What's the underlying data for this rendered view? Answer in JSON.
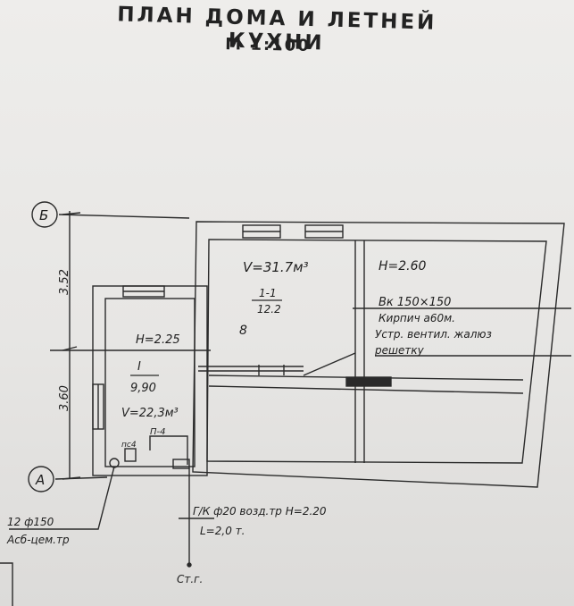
{
  "title": "ПЛАН ДОМА И ЛЕТНЕЙ КУХНИ",
  "scale": "М 1:100",
  "axes": {
    "top": "Б",
    "bottom": "А"
  },
  "dims": {
    "upper": "3.52",
    "lower": "3.60"
  },
  "room_big": {
    "volume": "V=31.7м³",
    "fraction_top": "1-1",
    "fraction_bottom": "12.2",
    "label": "8"
  },
  "room_right": {
    "height": "H=2.60"
  },
  "room_small": {
    "height": "H=2.25",
    "num": "I",
    "area": "9,90",
    "volume": "V=22,3м³"
  },
  "equipment": {
    "stove": "П-4",
    "stove_small": "пс4"
  },
  "notes": {
    "brick": "Вк 150×150",
    "line2": "Кирпич а60м.",
    "line3": "Устр. вентил. жалюз",
    "line4": "решетку"
  },
  "gas": {
    "line1": "Г/К ф20 возд.тр H=2.20",
    "line2": "L=2,0 т.",
    "riser": "Ст.г."
  },
  "chimney": {
    "line1": "12 ф150",
    "line2": "Асб-цем.тр"
  }
}
